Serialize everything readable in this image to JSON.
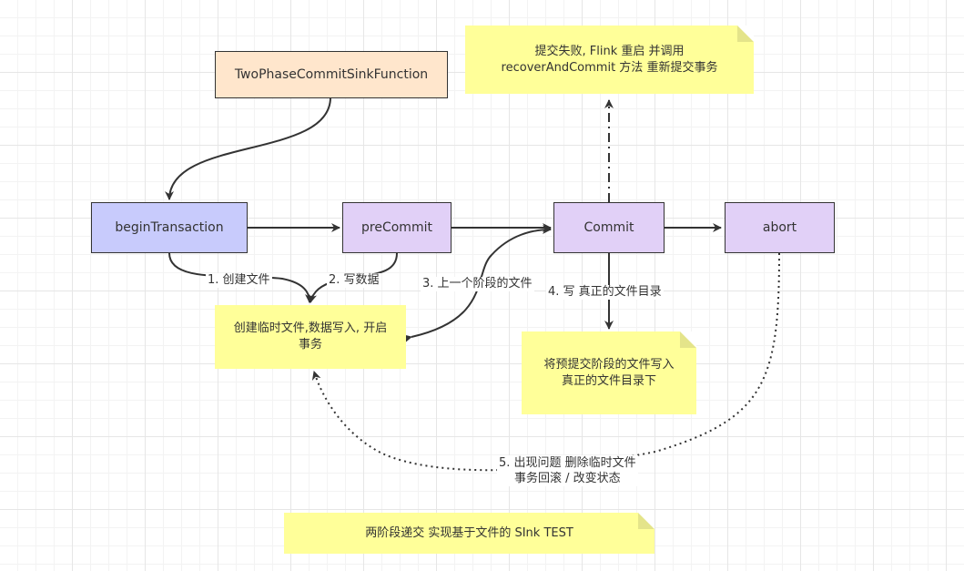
{
  "nodes": {
    "sink": {
      "label": "TwoPhaseCommitSinkFunction",
      "fill": "#ffe6cc"
    },
    "begin": {
      "label": "beginTransaction",
      "fill": "#c8cbfc"
    },
    "precommit": {
      "label": "preCommit",
      "fill": "#e1d0f7"
    },
    "commit": {
      "label": "Commit",
      "fill": "#e1d0f7"
    },
    "abort": {
      "label": "abort",
      "fill": "#e1d0f7"
    }
  },
  "notes": {
    "commit_fail": "提交失败, Flink 重启 并调用\nrecoverAndCommit  方法 重新提交事务",
    "temp_file": "创建临时文件,数据写入, 开启\n事务",
    "write_real": "将预提交阶段的文件写入\n真正的文件目录下",
    "title": "两阶段递交 实现基于文件的 SInk TEST"
  },
  "edge_labels": {
    "create_file": "1. 创建文件",
    "write_data": "2. 写数据",
    "prev_stage_file": "3. 上一个阶段的文件",
    "write_real_dir": "4. 写 真正的文件目录",
    "rollback": "5. 出现问题 删除临时文件\n事务回滚 / 改变状态"
  },
  "colors": {
    "note_fill": "#ffff99",
    "edge": "#333333"
  }
}
